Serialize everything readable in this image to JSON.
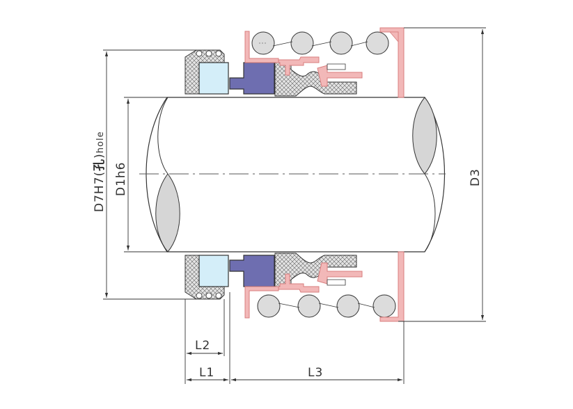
{
  "labels": {
    "D7": "D7H7(",
    "hole_cn": "孔",
    "paren_close": ")",
    "hole_en": "hole",
    "D1": "D1h6",
    "D3": "D3",
    "L1": "L1",
    "L2": "L2",
    "L3": "L3"
  },
  "colors": {
    "outline": "#333333",
    "shaft_section": "#d6d6d6",
    "oring": "#c8c8c8",
    "ceramic_ring": "#d4eef9",
    "carbon_ring": "#6e6eb0",
    "bellows": "#c8c8c8",
    "spring_cup": "#f2b8b8",
    "spring_cup_edge": "#d87e7e",
    "spring_coil": "#dcdcdc"
  }
}
